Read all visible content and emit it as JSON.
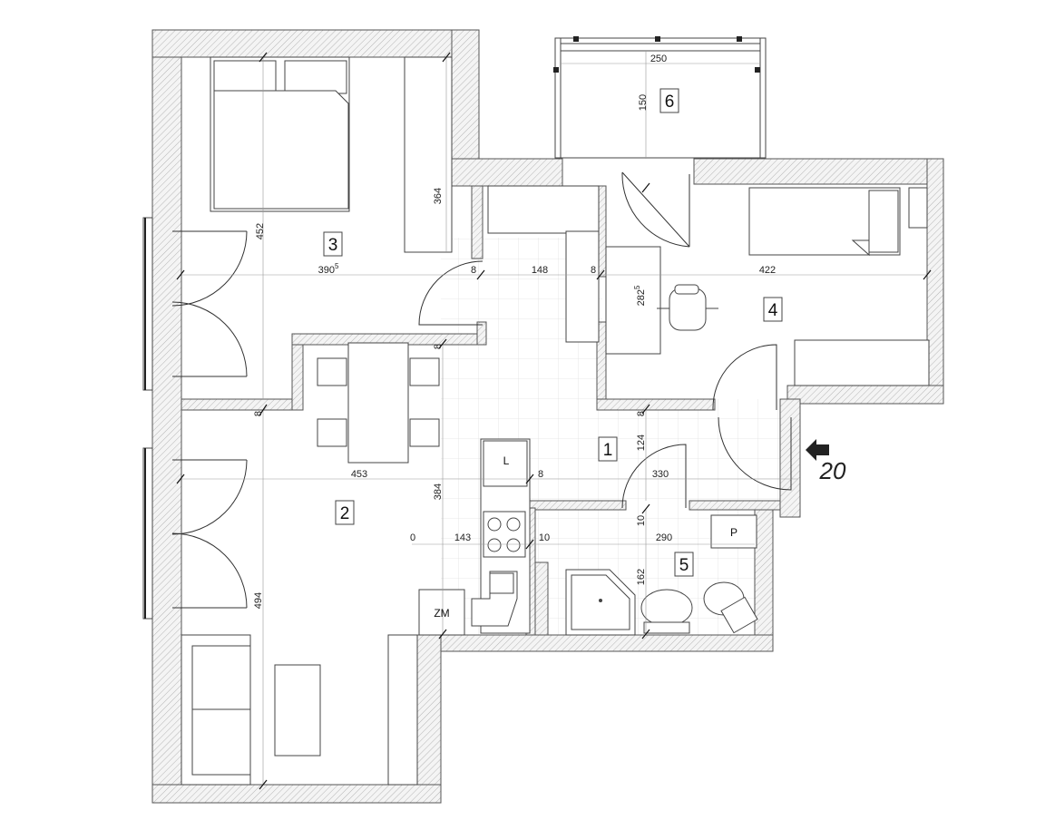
{
  "rooms": [
    {
      "id": "1",
      "label": "1"
    },
    {
      "id": "2",
      "label": "2"
    },
    {
      "id": "3",
      "label": "3"
    },
    {
      "id": "4",
      "label": "4"
    },
    {
      "id": "5",
      "label": "5"
    },
    {
      "id": "6",
      "label": "6"
    }
  ],
  "dimensions": {
    "balcony_width": "250",
    "balcony_depth": "150",
    "room3_depth": "452",
    "room3_wardrobe": "364",
    "room3_width": "390",
    "room3_width_sup": "5",
    "hall_wall_a": "8",
    "hall_width": "148",
    "hall_wall_b": "8",
    "room4_width": "422",
    "room4_desk": "282",
    "room4_desk_sup": "5",
    "wall_8_a": "8",
    "wall_8_b": "8",
    "wall_8_c": "8",
    "room1_depth": "124",
    "room2_width": "453",
    "wall_8_d": "8",
    "room1_width": "330",
    "room2_kitchen_depth": "384",
    "kitchen_zero": "0",
    "kitchen_width": "143",
    "wall_10_a": "10",
    "wall_10_b": "10",
    "bath_width": "290",
    "bath_depth": "162",
    "room2_depth": "494"
  },
  "labels": {
    "fridge": "L",
    "pantry": "P",
    "storage": "ZM"
  },
  "entrance": {
    "number": "20"
  }
}
